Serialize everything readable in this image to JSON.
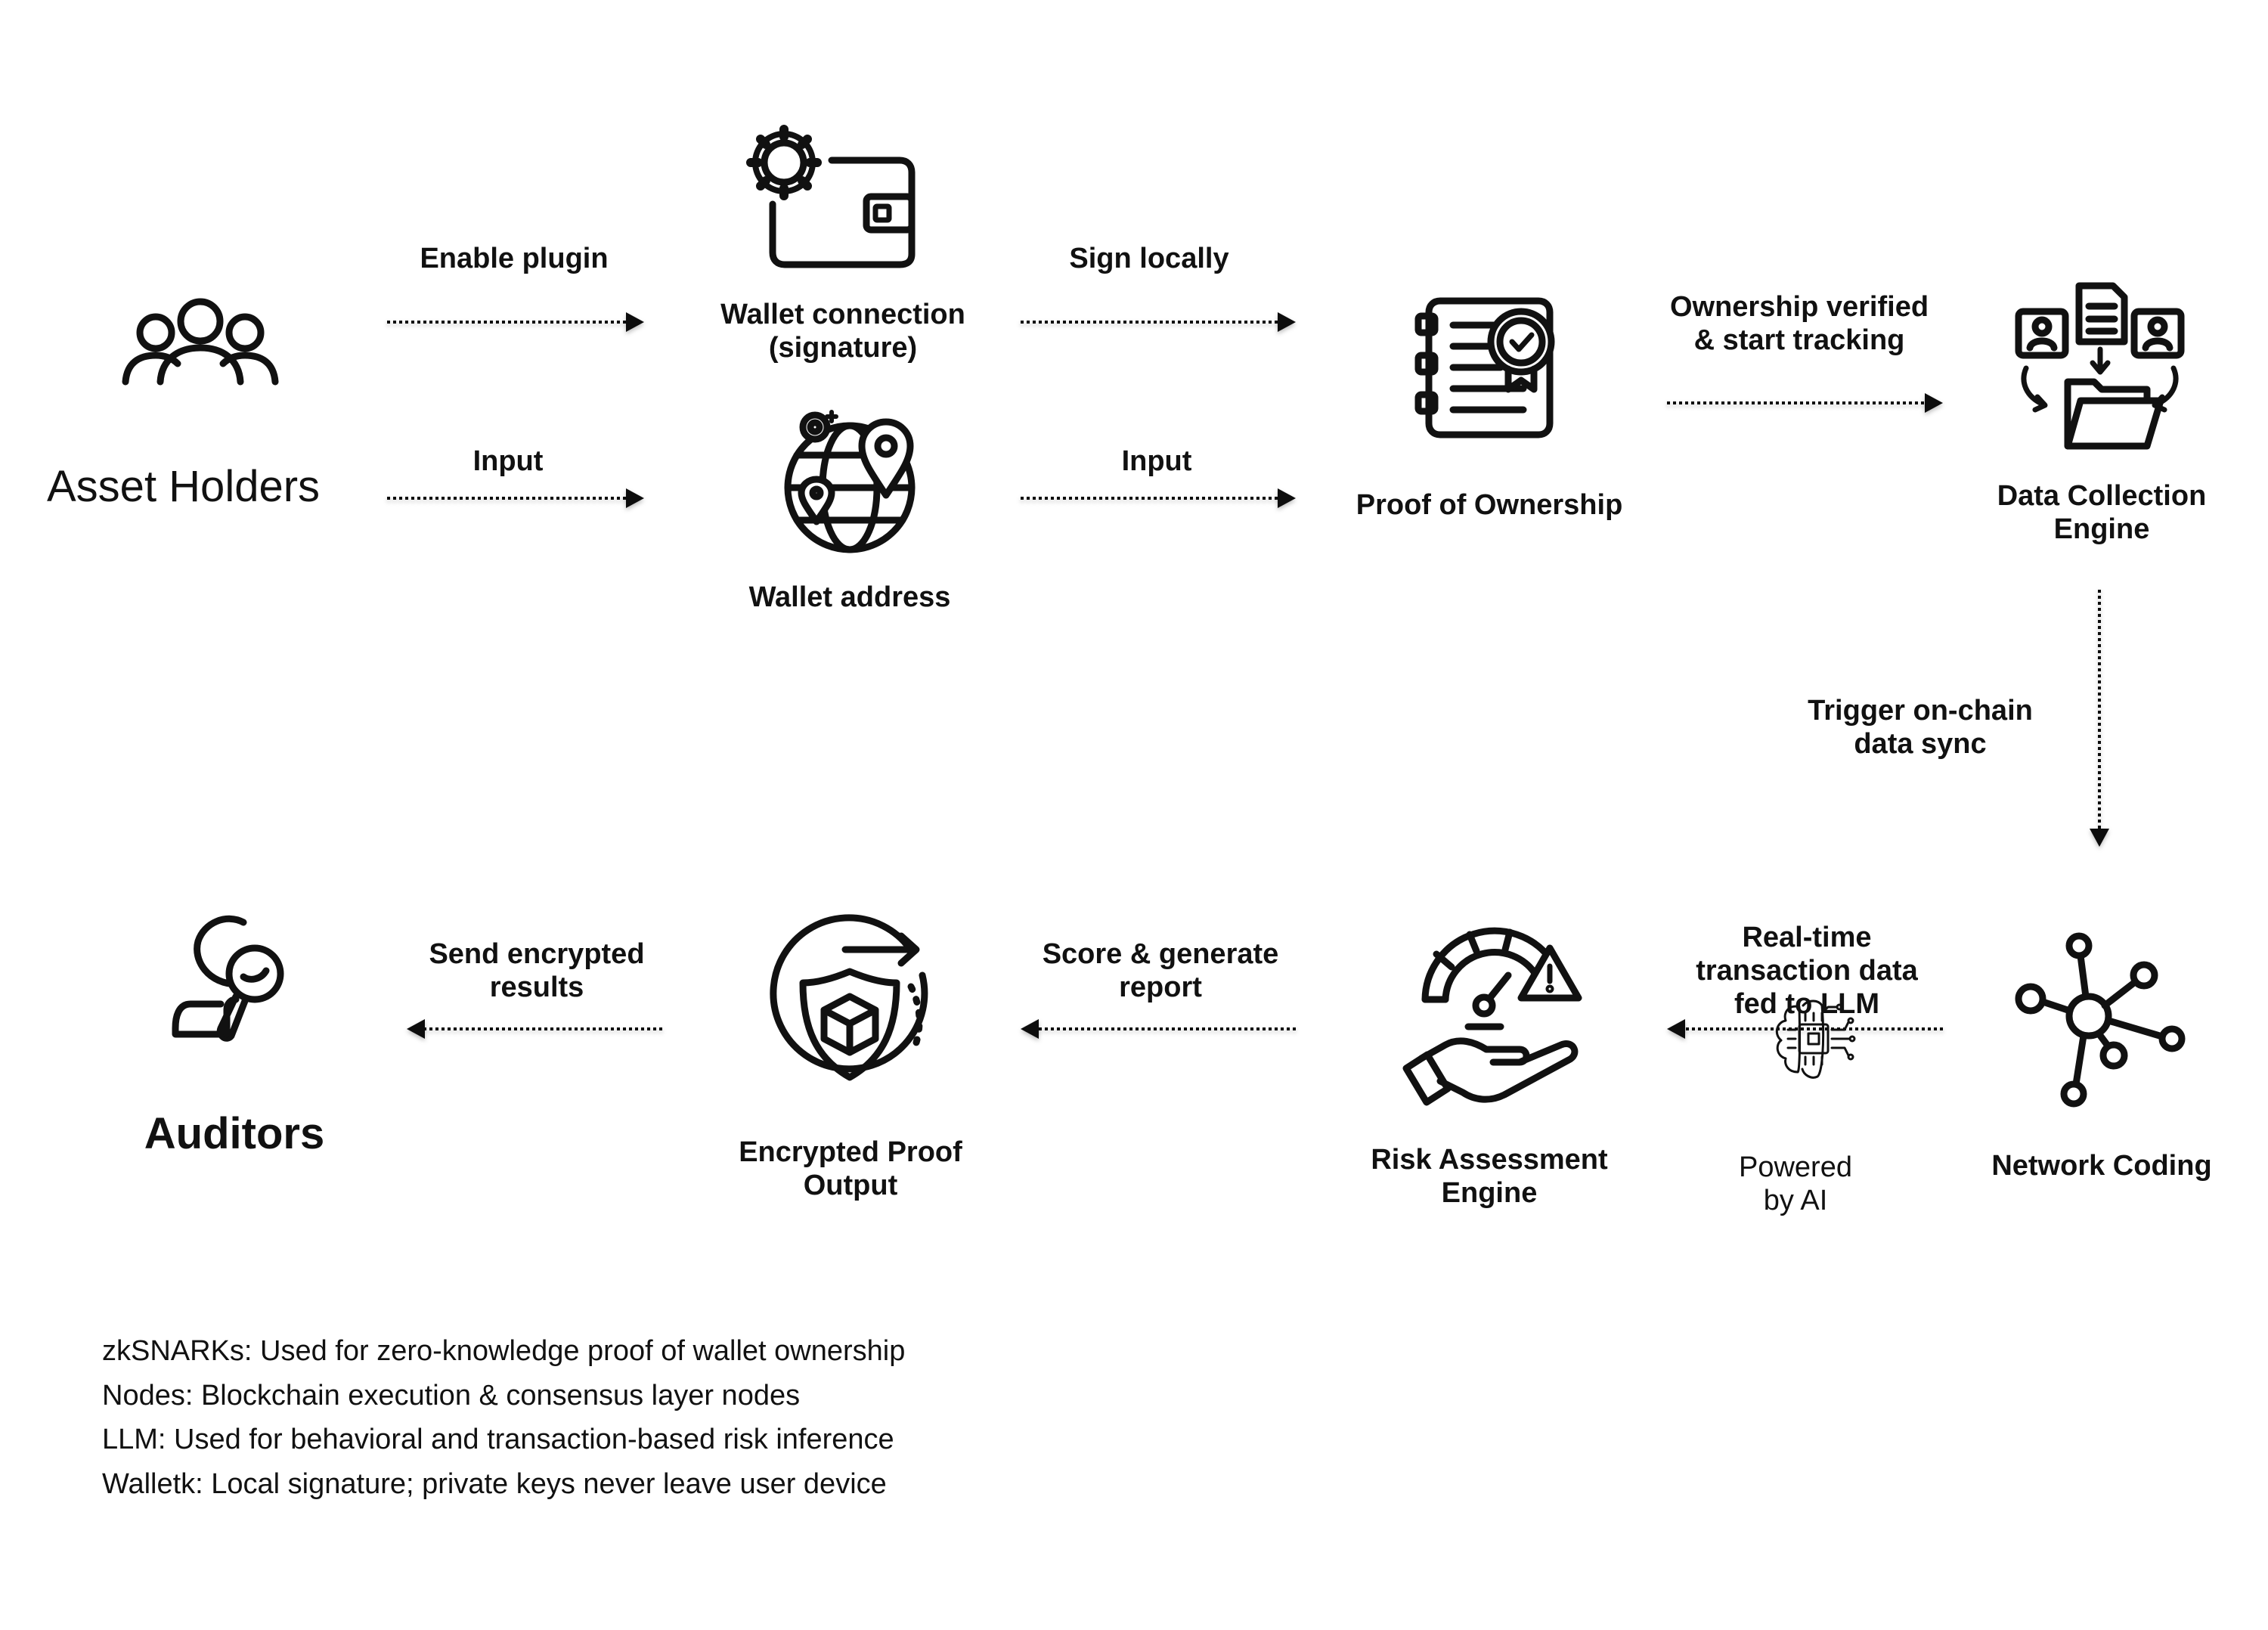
{
  "nodes": {
    "asset_holders": "Asset Holders",
    "wallet_connection": "Wallet connection\n(signature)",
    "wallet_address": "Wallet address",
    "proof_of_ownership": "Proof of Ownership",
    "data_collection_engine": "Data Collection\nEngine",
    "network_coding": "Network Coding",
    "risk_assessment_engine": "Risk Assessment\nEngine",
    "encrypted_proof_output": "Encrypted Proof\nOutput",
    "auditors": "Auditors"
  },
  "edges": {
    "enable_plugin": "Enable plugin",
    "input_1": "Input",
    "sign_locally": "Sign locally",
    "input_2": "Input",
    "ownership_verified": "Ownership verified\n& start tracking",
    "trigger_sync": "Trigger on-chain\ndata sync",
    "realtime_data": "Real-time\ntransaction data\nfed to LLM",
    "score_report": "Score & generate\nreport",
    "send_encrypted": "Send encrypted\nresults"
  },
  "powered_by_ai": "Powered\nby AI",
  "notes": [
    "zkSNARKs: Used for zero-knowledge proof of wallet ownership",
    "Nodes: Blockchain execution & consensus layer nodes",
    "LLM: Used for behavioral and transaction-based risk inference",
    "Walletk: Local signature; private keys never leave user device"
  ],
  "icons": {
    "asset_holders": "users-group-icon",
    "wallet_connection": "wallet-gear-icon",
    "wallet_address": "globe-location-icon",
    "proof_of_ownership": "certificate-icon",
    "data_collection_engine": "data-folder-icon",
    "network_coding": "network-nodes-icon",
    "risk_assessment_engine": "risk-gauge-icon",
    "powered_by_ai": "ai-brain-chip-icon",
    "encrypted_proof_output": "shield-cube-icon",
    "auditors": "auditor-magnifier-icon"
  },
  "colors": {
    "ink": "#111111",
    "background": "#ffffff"
  }
}
